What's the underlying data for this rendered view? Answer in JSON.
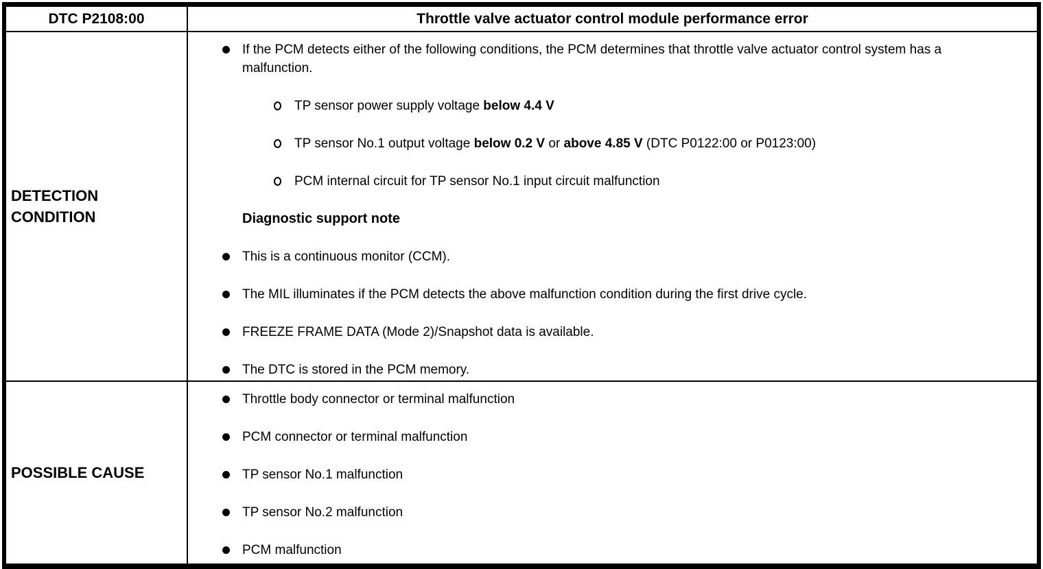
{
  "header": {
    "dtc_code": "DTC P2108:00",
    "title": "Throttle valve actuator control module performance error"
  },
  "detection": {
    "label": "DETECTION CONDITION",
    "items": [
      {
        "type": "bullet",
        "segments": [
          {
            "text": "If the PCM detects either of the following conditions, the PCM determines that throttle valve actuator control system has a malfunction.",
            "bold": false
          }
        ]
      },
      {
        "type": "sub",
        "segments": [
          {
            "text": "TP sensor power supply voltage ",
            "bold": false
          },
          {
            "text": "below 4.4 V",
            "bold": true
          }
        ]
      },
      {
        "type": "sub",
        "segments": [
          {
            "text": "TP sensor No.1 output voltage ",
            "bold": false
          },
          {
            "text": "below 0.2 V",
            "bold": true
          },
          {
            "text": " or ",
            "bold": false
          },
          {
            "text": "above 4.85 V",
            "bold": true
          },
          {
            "text": " (DTC P0122:00 or P0123:00)",
            "bold": false
          }
        ]
      },
      {
        "type": "sub",
        "segments": [
          {
            "text": "PCM internal circuit for TP sensor No.1 input circuit malfunction",
            "bold": false
          }
        ]
      },
      {
        "type": "heading",
        "segments": [
          {
            "text": "Diagnostic support note",
            "bold": true
          }
        ]
      },
      {
        "type": "bullet",
        "segments": [
          {
            "text": "This is a continuous monitor (CCM).",
            "bold": false
          }
        ]
      },
      {
        "type": "bullet",
        "segments": [
          {
            "text": "The MIL illuminates if the PCM detects the above malfunction condition during the first drive cycle.",
            "bold": false
          }
        ]
      },
      {
        "type": "bullet",
        "segments": [
          {
            "text": "FREEZE FRAME DATA (Mode 2)/Snapshot data is available.",
            "bold": false
          }
        ]
      },
      {
        "type": "bullet",
        "segments": [
          {
            "text": "The DTC is stored in the PCM memory.",
            "bold": false
          }
        ]
      }
    ]
  },
  "cause": {
    "label": "POSSIBLE CAUSE",
    "items": [
      {
        "type": "bullet",
        "segments": [
          {
            "text": "Throttle body connector or terminal malfunction",
            "bold": false
          }
        ]
      },
      {
        "type": "bullet",
        "segments": [
          {
            "text": "PCM connector or terminal malfunction",
            "bold": false
          }
        ]
      },
      {
        "type": "bullet",
        "segments": [
          {
            "text": "TP sensor No.1 malfunction",
            "bold": false
          }
        ]
      },
      {
        "type": "bullet",
        "segments": [
          {
            "text": "TP sensor No.2 malfunction",
            "bold": false
          }
        ]
      },
      {
        "type": "bullet",
        "segments": [
          {
            "text": "PCM malfunction",
            "bold": false
          }
        ]
      }
    ]
  },
  "colors": {
    "border": "#000000",
    "text": "#000000",
    "background": "#ffffff"
  }
}
